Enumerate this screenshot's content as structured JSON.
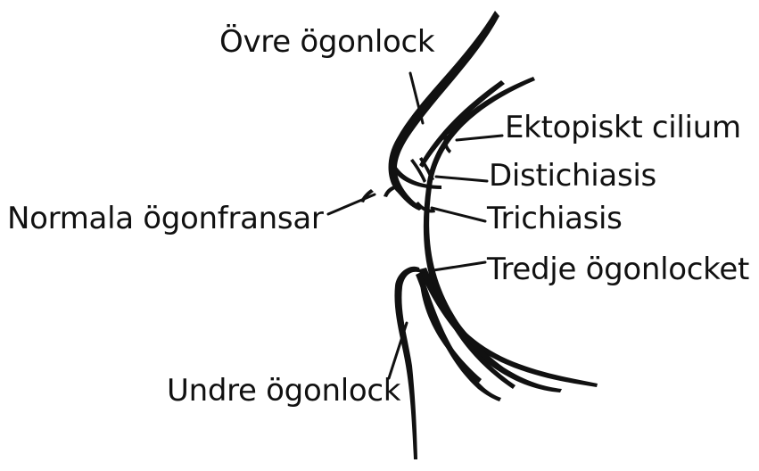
{
  "labels": {
    "upper_eyelid": "Övre ögonlock",
    "ectopic_cilium": "Ektopiskt cilium",
    "distichiasis": "Distichiasis",
    "normal_lashes": "Normala ögonfransar",
    "trichiasis": "Trichiasis",
    "third_eyelid": "Tredje ögonlocket",
    "lower_eyelid": "Undre ögonlock"
  },
  "colors": {
    "ink": "#111111",
    "background": "#ffffff"
  }
}
